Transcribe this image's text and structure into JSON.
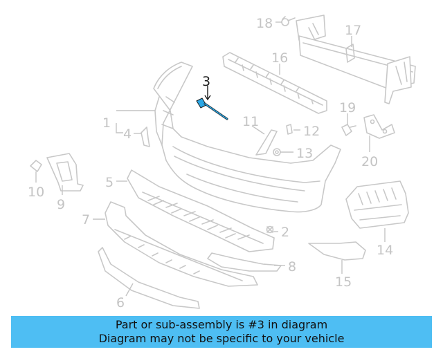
{
  "diagram": {
    "highlighted_callout": "3",
    "highlight_color": "#2aa7e6",
    "callouts": [
      "1",
      "2",
      "3",
      "4",
      "5",
      "6",
      "7",
      "8",
      "9",
      "10",
      "11",
      "12",
      "13",
      "14",
      "15",
      "16",
      "17",
      "18",
      "19",
      "20"
    ]
  },
  "banner": {
    "line1": "Part or sub-assembly is #3 in diagram",
    "line2": "Diagram may not be specific to your vehicle",
    "background": "#4ebef3"
  }
}
